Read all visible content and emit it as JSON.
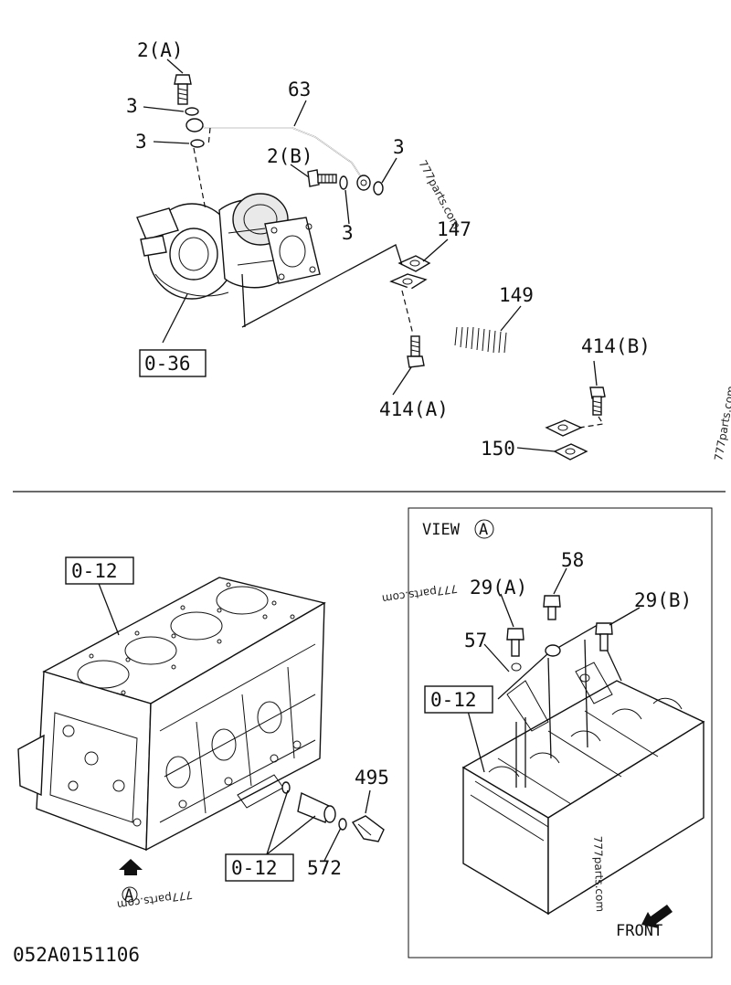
{
  "labels": {
    "l_2a": "2(A)",
    "l_63": "63",
    "l_3a": "3",
    "l_3b": "3",
    "l_2b": "2(B)",
    "l_3c": "3",
    "l_3d": "3",
    "l_147": "147",
    "l_149": "149",
    "l_036": "0-36",
    "l_414b": "414(B)",
    "l_414a": "414(A)",
    "l_150": "150",
    "l_012a": "0-12",
    "l_view": "VIEW",
    "l_view_circle": "A",
    "l_58": "58",
    "l_29a": "29(A)",
    "l_29b": "29(B)",
    "l_57": "57",
    "l_012b": "0-12",
    "l_495": "495",
    "l_012c": "0-12",
    "l_572": "572",
    "l_arrow_circle": "A",
    "l_front": "FRONT",
    "l_code": "052A0151106"
  },
  "watermarks": {
    "w1": "777parts.com",
    "w2": "777parts.com",
    "w3": "777parts.com",
    "w4": "777parts.com",
    "w5": "777parts.com"
  }
}
